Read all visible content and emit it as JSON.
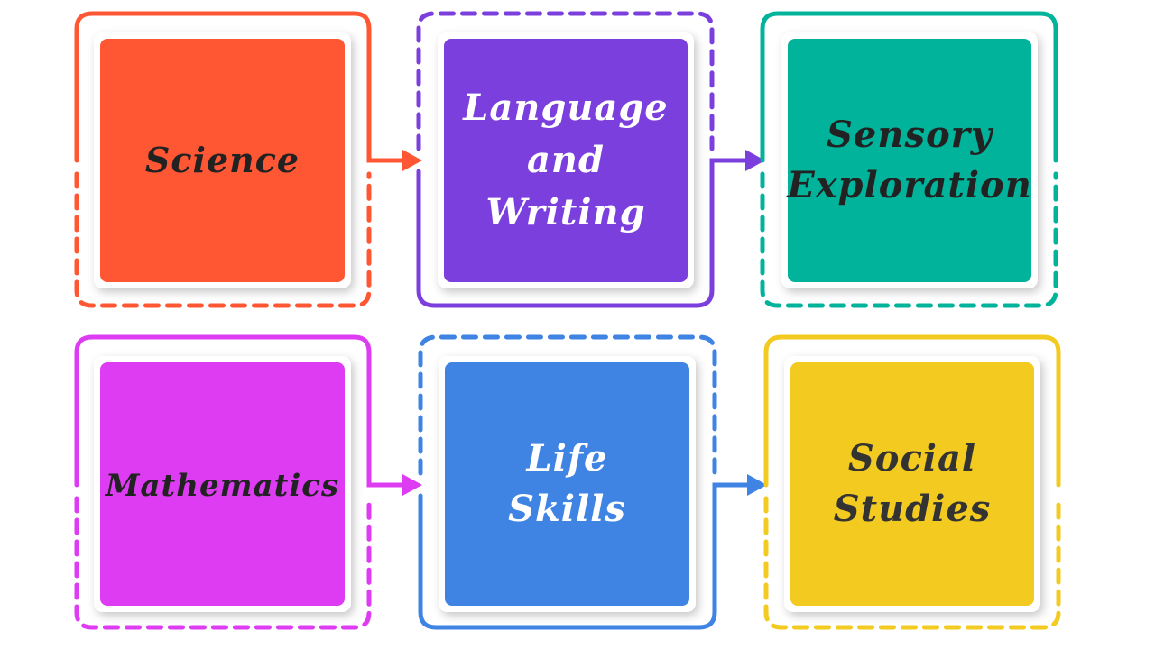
{
  "cards": [
    {
      "id": "science",
      "lines": [
        "Science"
      ],
      "fill": "#FF5733",
      "frame_color": "#FF5733",
      "text_color": "#222222"
    },
    {
      "id": "language-and-writing",
      "lines": [
        "Language",
        "and",
        "Writing"
      ],
      "fill": "#7B3FDD",
      "frame_color": "#7B3FDD",
      "text_color": "#FFFFFF"
    },
    {
      "id": "sensory-exploration",
      "lines": [
        "Sensory",
        "Exploration"
      ],
      "fill": "#00B39A",
      "frame_color": "#00B39A",
      "text_color": "#222222"
    },
    {
      "id": "mathematics",
      "lines": [
        "Mathematics"
      ],
      "fill": "#DD3CF2",
      "frame_color": "#DD3CF2",
      "text_color": "#222222"
    },
    {
      "id": "life-skills",
      "lines": [
        "Life",
        "Skills"
      ],
      "fill": "#3F83E3",
      "frame_color": "#3F83E3",
      "text_color": "#FFFFFF"
    },
    {
      "id": "social-studies",
      "lines": [
        "Social",
        "Studies"
      ],
      "fill": "#F3CA20",
      "frame_color": "#F3CA20",
      "text_color": "#333333"
    }
  ]
}
